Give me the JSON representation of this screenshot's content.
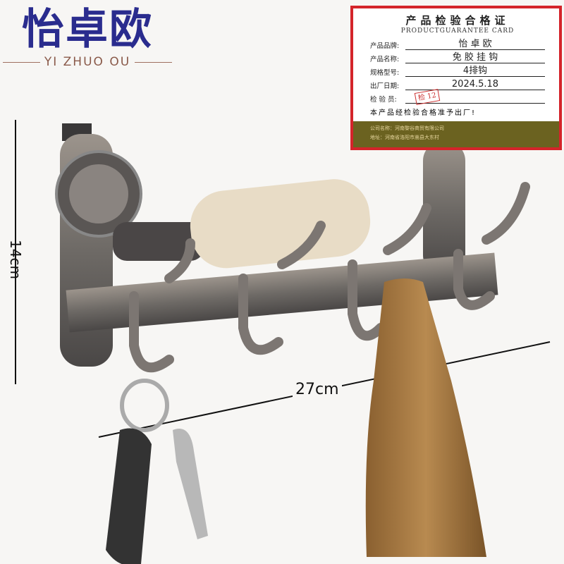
{
  "brand": {
    "name_cn": "怡卓欧",
    "name_en": "YI ZHUO OU"
  },
  "card": {
    "title": "产品检验合格证",
    "subtitle": "PRODUCTGUARANTEE CARD",
    "fields": [
      {
        "label": "产品品牌:",
        "value": "怡 卓 欧"
      },
      {
        "label": "产品名称:",
        "value": "免 胶 挂 钩"
      },
      {
        "label": "规格型号:",
        "value": "4排钩"
      },
      {
        "label": "出厂日期:",
        "value": "2024.5.18"
      },
      {
        "label": "检 验 员:",
        "value": "检 12"
      }
    ],
    "note": "本产品经检验合格准予出厂!",
    "company": "公司名称：河南黎谷商贸有限公司",
    "address": "地址：河南省洛阳市嵩县大东村",
    "colors": {
      "border": "#d4242a",
      "footer": "#6b6220"
    }
  },
  "dimensions": {
    "height": "14cm",
    "width": "27cm"
  }
}
